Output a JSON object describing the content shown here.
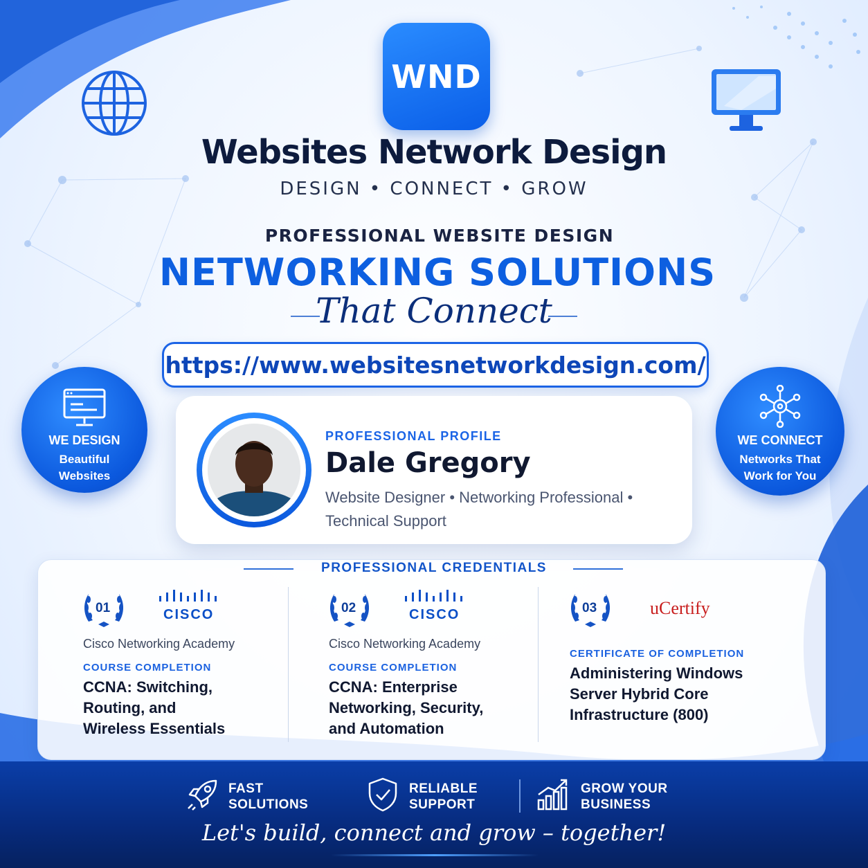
{
  "logo": {
    "initials": "WND"
  },
  "brand": {
    "name": "Websites Network Design",
    "tagline": "DESIGN • CONNECT • GROW"
  },
  "headline": {
    "pre": "PROFESSIONAL WEBSITE DESIGN",
    "main": "NETWORKING SOLUTIONS",
    "script": "That Connect"
  },
  "url": "https://www.websitesnetworkdesign.com/",
  "left_badge": {
    "title": "WE DESIGN",
    "line1": "Beautiful",
    "line2": "Websites",
    "icon": "browser-window-icon"
  },
  "right_badge": {
    "title": "WE CONNECT",
    "line1": "Networks That",
    "line2": "Work for You",
    "icon": "network-nodes-icon"
  },
  "profile": {
    "label": "PROFESSIONAL PROFILE",
    "name": "Dale Gregory",
    "role_line1": "Website Designer • Networking Professional •",
    "role_line2": "Technical Support"
  },
  "credentials": {
    "title": "PROFESSIONAL CREDENTIALS",
    "items": [
      {
        "num": "01",
        "issuer": "CISCO",
        "org": "Cisco Networking Academy",
        "kind": "COURSE COMPLETION",
        "course": [
          "CCNA: Switching,",
          "Routing, and",
          "Wireless Essentials"
        ]
      },
      {
        "num": "02",
        "issuer": "CISCO",
        "org": "Cisco Networking Academy",
        "kind": "COURSE COMPLETION",
        "course": [
          "CCNA: Enterprise",
          "Networking, Security,",
          "and Automation"
        ]
      },
      {
        "num": "03",
        "issuer": "uCertify",
        "kind": "CERTIFICATE OF COMPLETION",
        "course": [
          "Administering Windows",
          "Server Hybrid Core",
          "Infrastructure (800)"
        ]
      }
    ]
  },
  "features": [
    {
      "line1": "FAST",
      "line2": "SOLUTIONS",
      "icon": "rocket-icon"
    },
    {
      "line1": "RELIABLE",
      "line2": "SUPPORT",
      "icon": "shield-check-icon"
    },
    {
      "line1": "GROW YOUR",
      "line2": "BUSINESS",
      "icon": "growth-chart-icon"
    }
  ],
  "closing": "Let's build, connect and grow – together!",
  "colors": {
    "primary": "#0d5fe0",
    "dark_navy": "#0d1b3d",
    "footer": "#072b7e"
  }
}
